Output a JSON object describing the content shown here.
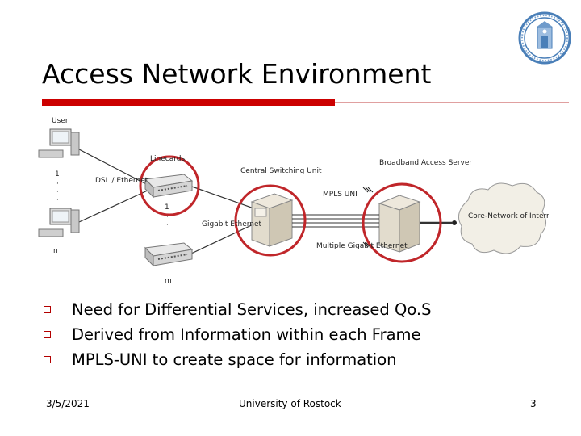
{
  "slide": {
    "title": "Access Network Environment",
    "accent_color": "#cc0000",
    "logo_icon": "university-seal-icon"
  },
  "diagram": {
    "labels": {
      "user": "User",
      "user_range_start": "1",
      "user_range_end": "n",
      "dsl_ethernet": "DSL / Ethernet",
      "linecards": "Linecards",
      "linecards_start": "1",
      "linecards_end": "m",
      "central_switching_unit": "Central Switching Unit",
      "gigabit_ethernet": "Gigabit Ethernet",
      "mpls_uni": "MPLS UNI",
      "broadband_access_server": "Broadband Access Server",
      "multiple_gigabit_ethernet": "Multiple Gigabit Ethernet",
      "core_network": "Core-Network of Internet Service Provider"
    },
    "highlight_color": "#c0262a"
  },
  "bullets": [
    "Need for Differential Services, increased Qo.S",
    "Derived from Information within each Frame",
    "MPLS-UNI to create space for information"
  ],
  "footer": {
    "date": "3/5/2021",
    "organization": "University of Rostock",
    "page": "3"
  }
}
